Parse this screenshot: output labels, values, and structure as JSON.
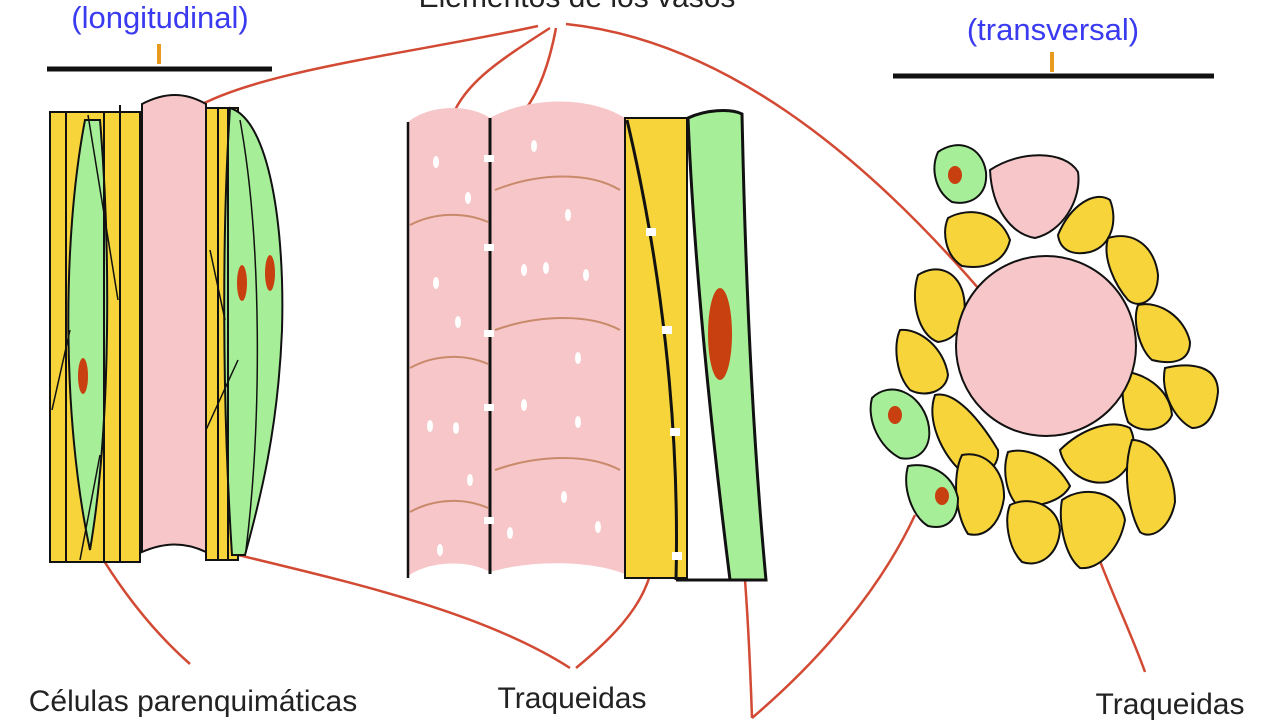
{
  "diagram": {
    "labels": {
      "longitudinal": "(longitudinal)",
      "vessel_elements": "Elementos de los vasos",
      "transversal": "(transversal)",
      "parenchyma": "Células parenquimáticas",
      "tracheids_center": "Traqueidas",
      "tracheids_right": "Traqueidas"
    },
    "colors": {
      "label_blue": "#3a3af0",
      "leader_red": "#d24a33",
      "vessel_pink": "#f7c6c9",
      "tracheid_yellow": "#f6d43a",
      "parenchyma_green": "#a6ef98",
      "nucleus": "#c8400f",
      "scale_mark": "#e89a1e"
    }
  }
}
